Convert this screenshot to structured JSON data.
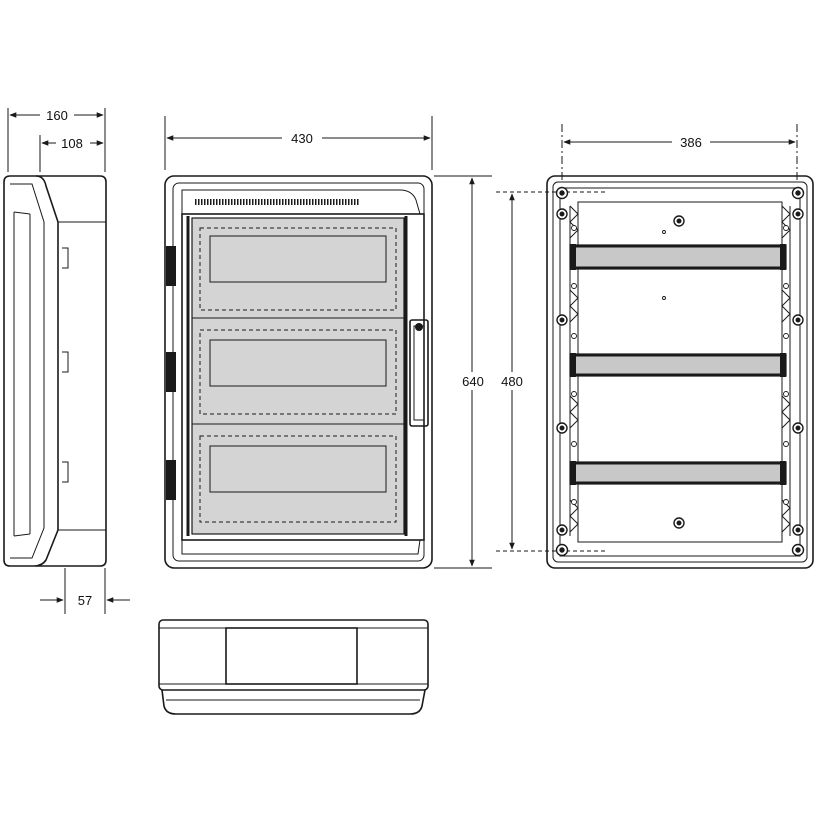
{
  "dimensions": {
    "side_overall_depth": "160",
    "side_inner_depth": "108",
    "side_bottom_depth": "57",
    "front_width": "430",
    "front_height": "640",
    "back_fixing_width": "386",
    "back_fixing_height": "480"
  },
  "colors": {
    "line": "#1a1a1a",
    "panel_gray": "#d4d4d4",
    "rail_gray": "#c8c8c8",
    "background": "#ffffff"
  }
}
